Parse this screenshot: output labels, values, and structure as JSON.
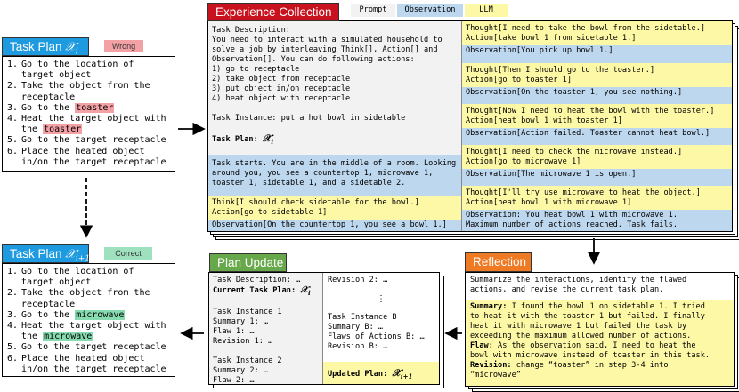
{
  "task_plan": {
    "title": "Task Plan",
    "wrong_tag": "Wrong",
    "steps": [
      {
        "n": "1.",
        "parts": [
          {
            "t": "Go to the location of"
          },
          {
            "br": true
          },
          {
            "t": "target object"
          }
        ]
      },
      {
        "n": "2.",
        "parts": [
          {
            "t": "Take the object from the"
          },
          {
            "br": true
          },
          {
            "t": "receptacle"
          }
        ]
      },
      {
        "n": "3.",
        "parts": [
          {
            "t": "Go to the "
          },
          {
            "t": "toaster",
            "hl": true
          }
        ]
      },
      {
        "n": "4.",
        "parts": [
          {
            "t": "Heat the target object with"
          },
          {
            "br": true
          },
          {
            "t": "the "
          },
          {
            "t": "toaster",
            "hl": true
          }
        ]
      },
      {
        "n": "5.",
        "parts": [
          {
            "t": "Go to the target receptacle"
          }
        ]
      },
      {
        "n": "6.",
        "parts": [
          {
            "t": "Place the heated object"
          },
          {
            "br": true
          },
          {
            "t": "in/on the target receptacle"
          }
        ]
      }
    ]
  },
  "task_plan_new": {
    "title": "Task Plan",
    "correct_tag": "Correct",
    "steps": [
      {
        "n": "1.",
        "parts": [
          {
            "t": "Go to the location of"
          },
          {
            "br": true
          },
          {
            "t": "target object"
          }
        ]
      },
      {
        "n": "2.",
        "parts": [
          {
            "t": "Take the object from the"
          },
          {
            "br": true
          },
          {
            "t": "receptacle"
          }
        ]
      },
      {
        "n": "3.",
        "parts": [
          {
            "t": "Go to the "
          },
          {
            "t": "microwave",
            "hl": true
          }
        ]
      },
      {
        "n": "4.",
        "parts": [
          {
            "t": "Heat the target object with"
          },
          {
            "br": true
          },
          {
            "t": "the "
          },
          {
            "t": "microwave",
            "hl": true
          }
        ]
      },
      {
        "n": "5.",
        "parts": [
          {
            "t": "Go to the target receptacle"
          }
        ]
      },
      {
        "n": "6.",
        "parts": [
          {
            "t": "Place the heated object"
          },
          {
            "br": true
          },
          {
            "t": "in/on the target receptacle"
          }
        ]
      }
    ]
  },
  "experience": {
    "title": "Experience Collection",
    "legend": {
      "prompt": "Prompt",
      "observation": "Observation",
      "llm": "LLM"
    },
    "prompt_lines": [
      "Task Description:",
      "You need to interact with a simulated household to",
      "solve a job by interleaving Think[], Action[] and",
      "Observation[]. You can do following actions:",
      "1) go to receptacle",
      "2) take object from receptacle",
      "3) put object in/on receptacle",
      "4) heat object with receptacle"
    ],
    "instance": "Task Instance: put a hot bowl in sidetable",
    "plan_label": "Task Plan:",
    "start_lines": [
      "Task starts. You are in the middle of a room. Looking",
      "around you, you see a countertop 1, microwave 1,",
      "toaster 1, sidetable 1, and a sidetable 2."
    ],
    "left_think": "Think[I should check sidetable for the bowl.]",
    "left_action": "Action[go to sidetable 1]",
    "left_obs": "Observation[On the countertop 1, you see a bowl 1.]",
    "right": [
      {
        "thought": "Thought[I need to take the bowl from the sidetable.]",
        "action": "Action[take bowl 1 from sidetable 1.]",
        "obs": [
          "Observation[You pick up bowl 1.]"
        ]
      },
      {
        "thought": "Thought[Then I should go to the toaster.]",
        "action": "Action[go to toaster 1]",
        "obs": [
          "Observation[On the toaster 1, you see nothing.]"
        ]
      },
      {
        "thought": "Thought[Now I need to heat the bowl with the toaster.]",
        "action": "Action[heat bowl 1 with toaster 1]",
        "obs": [
          "Observation[Action failed. Toaster cannot heat bowl.]"
        ]
      },
      {
        "thought": "Thought[I need to check the microwave instead.]",
        "action": "Action[go to microwave 1]",
        "obs": [
          "Observation[The microwave 1 is open.]"
        ]
      },
      {
        "thought": "Thought[I'll try use microwave to heat the object.]",
        "action": "Action[heat bowl 1 with microwave 1]",
        "obs": [
          "Observation: You heat bowl 1 with microwave 1.",
          "Maximum number of actions reached. Task fails."
        ]
      }
    ]
  },
  "plan_update": {
    "title": "Plan Update",
    "left_lines": [
      {
        "t": "Task Description: …"
      },
      {
        "t": "Current Task Plan:",
        "bold": true,
        "math": "𝒳",
        "sub": "i"
      },
      {
        "t": ""
      },
      {
        "t": "Task Instance 1"
      },
      {
        "t": "Summary 1: …"
      },
      {
        "t": "Flaw 1: …"
      },
      {
        "t": "Revision 1: …"
      },
      {
        "t": ""
      },
      {
        "t": "Task Instance 2"
      },
      {
        "t": "Summary 2: …"
      },
      {
        "t": "Flaw 2: …"
      }
    ],
    "rev2": "Revision 2: …",
    "dots": "⋮",
    "right_lines": [
      "Task Instance B",
      "Summary B: …",
      "Flaws of Actions B: …",
      "Revision B: …"
    ],
    "updated_label": "Updated Plan:"
  },
  "reflection": {
    "title": "Reflection",
    "prompt_lines": [
      "Summarize the interactions, identify the flawed",
      "actions, and revise the current task plan."
    ],
    "summary_label": "Summary:",
    "summary_lines": [
      " I found the bowl 1 on sidetable 1. I tried",
      "to heat it with the toaster 1 but failed. I finally",
      "heat it with microwave 1 but failed the task by",
      "exceeding the maximum allowed number of actions."
    ],
    "flaw_label": "Flaw:",
    "flaw_lines": [
      " As the observation said, I need to heat the",
      "bowl with microwave instead of toaster in this task."
    ],
    "revision_label": "Revision:",
    "revision_lines": [
      " change “toaster” in step 3-4 into",
      "“microwave”"
    ]
  },
  "math": {
    "X": "𝒳",
    "i": "i",
    "i1": "i+1"
  },
  "colors": {
    "blue": "#1e9be0",
    "red": "#c8121d",
    "green": "#67a84a",
    "orange": "#ee7a23",
    "yellow": "#fdf8a6",
    "lightblue": "#bdd7ee",
    "gray": "#f2f2f2"
  }
}
